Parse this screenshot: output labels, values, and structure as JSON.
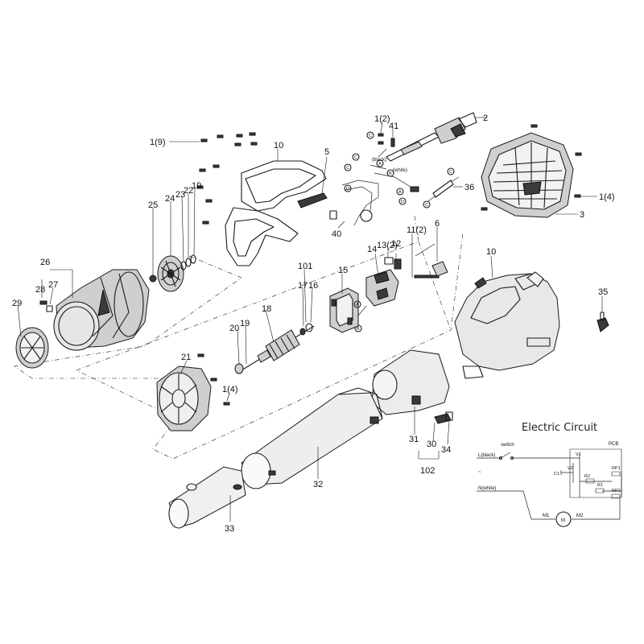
{
  "callouts": {
    "c1_9": "1(9)",
    "c10a": "10",
    "c5": "5",
    "c1_2a": "1(2)",
    "c41": "41",
    "c2": "2",
    "c3": "3",
    "c1_4a": "1(4)",
    "c25": "25",
    "c24": "24",
    "c23": "23",
    "c22": "22",
    "c19a": "19",
    "c26": "26",
    "c28": "28",
    "c27": "27",
    "c29": "29",
    "c40": "40",
    "c36": "36",
    "c6": "6",
    "c11_2": "11(2)",
    "c12": "12",
    "c13_2": "13(2)",
    "c14": "14",
    "c15": "15",
    "c101": "101",
    "c17": "17",
    "c16": "16",
    "c18": "18",
    "c20": "20",
    "c19b": "19",
    "c21": "21",
    "c1_4b": "1(4)",
    "c10b": "10",
    "c35": "35",
    "c31": "31",
    "c30": "30",
    "c34": "34",
    "c102": "102",
    "c32": "32",
    "c33": "33"
  },
  "wire_labels": {
    "black": "(black)",
    "white": "(white)",
    "mark_c": "C",
    "mark_a": "A",
    "mark_b": "B",
    "mark_d": "D"
  },
  "circuit": {
    "title": "Electric Circuit",
    "line_label": "L(black)",
    "neutral_label": "N(white)",
    "switch_label": "switch",
    "tilde": "~",
    "pcb_label": "PCB",
    "v1": "V1",
    "v2": "V2",
    "c1": "C1",
    "r2": "R2",
    "r1": "R1",
    "rp1": "RP1",
    "rp2": "RP2",
    "m1": "M1",
    "m2": "M2",
    "motor": "M"
  }
}
